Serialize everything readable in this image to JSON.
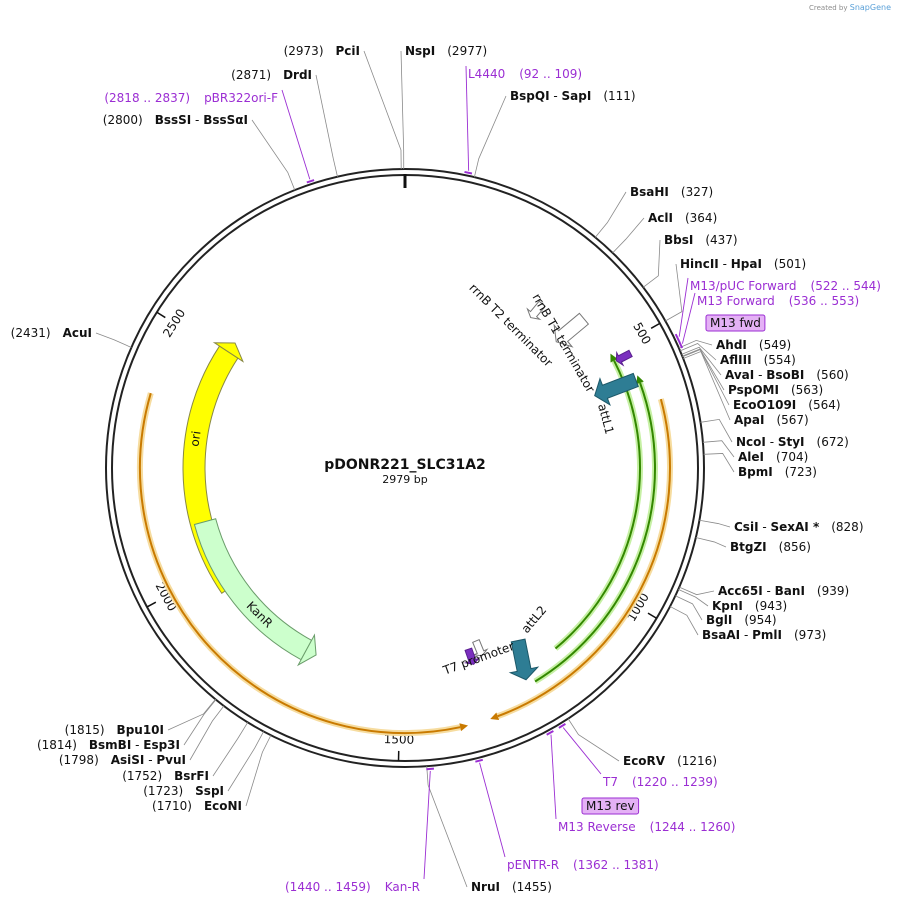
{
  "plasmid": {
    "name": "pDONR221_SLC31A2",
    "length_label": "2979 bp"
  },
  "credit": {
    "prefix": "Created by",
    "brand": "SnapGene"
  },
  "tick_labels": [
    {
      "pos": 500,
      "label": "500"
    },
    {
      "pos": 1000,
      "label": "1000"
    },
    {
      "pos": 1500,
      "label": "1500"
    },
    {
      "pos": 2000,
      "label": "2000"
    },
    {
      "pos": 2500,
      "label": "2500"
    }
  ],
  "features": [
    {
      "name": "ori",
      "start": 1950,
      "end": 2535,
      "dir": "ccw_head_start",
      "color": "#ffff00",
      "stroke": "#888844"
    },
    {
      "name": "KanR",
      "start": 1700,
      "end": 2110,
      "dir": "end_head",
      "color": "#ccffcc",
      "stroke": "#6a9c6a"
    },
    {
      "name": "rrnB T2 terminator",
      "pos": 318,
      "color": "#ffffff"
    },
    {
      "name": "rrnB T1 terminator",
      "pos": 400,
      "color": "#ffffff"
    },
    {
      "name": "attL1",
      "pos": 600,
      "color": "#2e7d94"
    },
    {
      "name": "attL2",
      "pos": 1250,
      "color": "#2e7d94"
    },
    {
      "name": "T7 promoter",
      "pos": 1295,
      "color": "#ffffff"
    }
  ],
  "orfs": [
    {
      "start": 520,
      "end": 1160,
      "color": "#338800",
      "glow": "#c6f0a4"
    },
    {
      "start": 580,
      "end": 1230,
      "color": "#338800",
      "glow": "#c6f0a4"
    },
    {
      "start": 620,
      "end": 1320,
      "color": "#c97a00",
      "glow": "#f6dc9f"
    },
    {
      "start": 1390,
      "end": 2370,
      "color": "#c97a00",
      "glow": "#f6dc9f"
    }
  ],
  "enzymes": [
    {
      "name": "PciI",
      "pos": "2973",
      "side": "left"
    },
    {
      "name": "NspI",
      "pos": "2977",
      "side": "right"
    },
    {
      "name": "DrdI",
      "pos": "2871",
      "side": "left"
    },
    {
      "name": "BssSI",
      "name2": "BssSαI",
      "pos": "2800",
      "side": "left"
    },
    {
      "name": "BspQI",
      "name2": "SapI",
      "pos": "111",
      "side": "right"
    },
    {
      "name": "BsaHI",
      "pos": "327",
      "side": "right"
    },
    {
      "name": "AclI",
      "pos": "364",
      "side": "right"
    },
    {
      "name": "BbsI",
      "pos": "437",
      "side": "right"
    },
    {
      "name": "HincII",
      "name2": "HpaI",
      "pos": "501",
      "side": "right"
    },
    {
      "name": "AhdI",
      "pos": "549",
      "side": "right"
    },
    {
      "name": "AflIII",
      "pos": "554",
      "side": "right"
    },
    {
      "name": "AvaI",
      "name2": "BsoBI",
      "pos": "560",
      "side": "right"
    },
    {
      "name": "PspOMI",
      "pos": "563",
      "side": "right"
    },
    {
      "name": "EcoO109I",
      "pos": "564",
      "side": "right"
    },
    {
      "name": "ApaI",
      "pos": "567",
      "side": "right"
    },
    {
      "name": "NcoI",
      "name2": "StyI",
      "pos": "672",
      "side": "right"
    },
    {
      "name": "AleI",
      "pos": "704",
      "side": "right"
    },
    {
      "name": "BpmI",
      "pos": "723",
      "side": "right"
    },
    {
      "name": "CsiI",
      "name2": "SexAI *",
      "pos": "828",
      "side": "right"
    },
    {
      "name": "BtgZI",
      "pos": "856",
      "side": "right"
    },
    {
      "name": "Acc65I",
      "name2": "BanI",
      "pos": "939",
      "side": "right"
    },
    {
      "name": "KpnI",
      "pos": "943",
      "side": "right"
    },
    {
      "name": "BglI",
      "pos": "954",
      "side": "right"
    },
    {
      "name": "BsaAI",
      "name2": "PmlI",
      "pos": "973",
      "side": "right"
    },
    {
      "name": "EcoRV",
      "pos": "1216",
      "side": "right"
    },
    {
      "name": "NruI",
      "pos": "1455",
      "side": "right"
    },
    {
      "name": "EcoNI",
      "pos": "1710",
      "side": "left"
    },
    {
      "name": "SspI",
      "pos": "1723",
      "side": "left"
    },
    {
      "name": "BsrFI",
      "pos": "1752",
      "side": "left"
    },
    {
      "name": "AsiSI",
      "name2": "PvuI",
      "pos": "1798",
      "side": "left"
    },
    {
      "name": "BsmBI",
      "name2": "Esp3I",
      "pos": "1814",
      "side": "left"
    },
    {
      "name": "Bpu10I",
      "pos": "1815",
      "side": "left"
    },
    {
      "name": "AcuI",
      "pos": "2431",
      "side": "left"
    }
  ],
  "primers": [
    {
      "name": "L4440",
      "range": "(92 .. 109)",
      "pos": 100,
      "side": "left"
    },
    {
      "name": "pBR322ori-F",
      "range": "(2818 .. 2837)",
      "pos": 2828,
      "side": "right"
    },
    {
      "name": "M13/pUC Forward",
      "range": "(522 .. 544)",
      "pos": 533,
      "side": "right"
    },
    {
      "name": "M13 Forward",
      "range": "(536 .. 553)",
      "pos": 545,
      "side": "right"
    },
    {
      "name": "T7",
      "range": "(1220 .. 1239)",
      "pos": 1230,
      "side": "right"
    },
    {
      "name": "M13 Reverse",
      "range": "(1244 .. 1260)",
      "pos": 1252,
      "side": "right"
    },
    {
      "name": "pENTR-R",
      "range": "(1362 .. 1381)",
      "pos": 1372,
      "side": "right"
    },
    {
      "name": "Kan-R",
      "range": "(1440 .. 1459)",
      "pos": 1450,
      "side": "left"
    }
  ],
  "badges": [
    {
      "name": "M13 fwd"
    },
    {
      "name": "M13 rev"
    }
  ]
}
